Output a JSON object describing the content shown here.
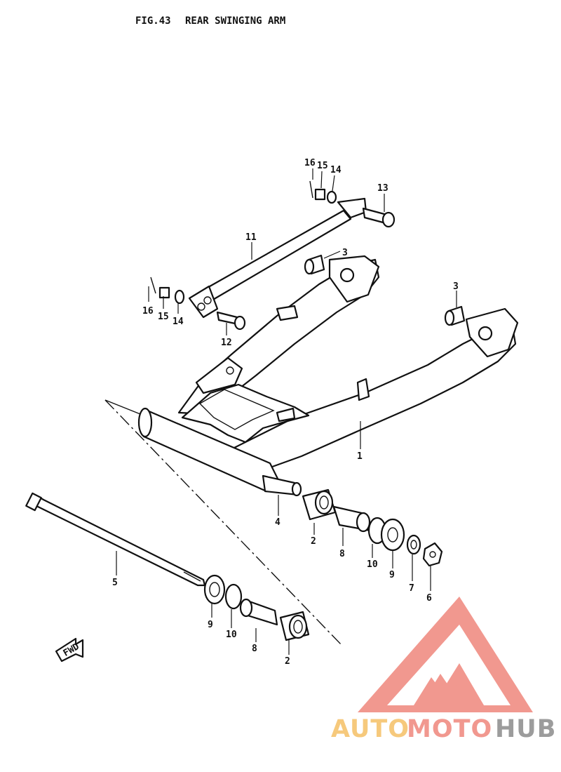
{
  "figure": {
    "title_fig": "FIG.43",
    "title_text": "REAR SWINGING ARM"
  },
  "callouts": [
    {
      "id": "c16a",
      "label": "16"
    },
    {
      "id": "c15a",
      "label": "15"
    },
    {
      "id": "c14a",
      "label": "14"
    },
    {
      "id": "c13",
      "label": "13"
    },
    {
      "id": "c11",
      "label": "11"
    },
    {
      "id": "c3a",
      "label": "3"
    },
    {
      "id": "c16b",
      "label": "16"
    },
    {
      "id": "c15b",
      "label": "15"
    },
    {
      "id": "c14b",
      "label": "14"
    },
    {
      "id": "c12",
      "label": "12"
    },
    {
      "id": "c3b",
      "label": "3"
    },
    {
      "id": "c1",
      "label": "1"
    },
    {
      "id": "c4",
      "label": "4"
    },
    {
      "id": "c2a",
      "label": "2"
    },
    {
      "id": "c8a",
      "label": "8"
    },
    {
      "id": "c10a",
      "label": "10"
    },
    {
      "id": "c9a",
      "label": "9"
    },
    {
      "id": "c7",
      "label": "7"
    },
    {
      "id": "c6",
      "label": "6"
    },
    {
      "id": "c5",
      "label": "5"
    },
    {
      "id": "c9b",
      "label": "9"
    },
    {
      "id": "c10b",
      "label": "10"
    },
    {
      "id": "c8b",
      "label": "8"
    },
    {
      "id": "c2b",
      "label": "2"
    }
  ],
  "fwd_arrow": {
    "label": "FWD"
  },
  "watermark": {
    "part1": "AUTO",
    "part2": "MOTO",
    "part3": "HUB",
    "color_yellow": "#f5c26b",
    "color_salmon": "#f08a80",
    "color_gray": "#8f8f8f"
  }
}
